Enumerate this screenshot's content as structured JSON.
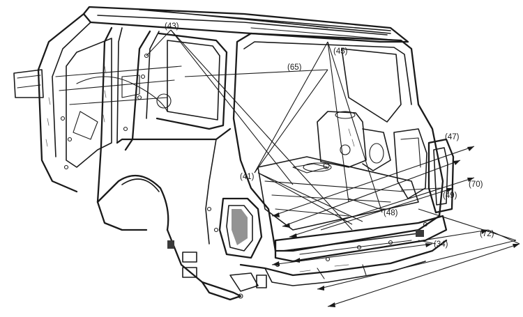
{
  "callouts": [
    {
      "id": "43",
      "label": "(43)"
    },
    {
      "id": "45",
      "label": "(45)"
    },
    {
      "id": "65",
      "label": "(65)"
    },
    {
      "id": "41",
      "label": "(41)"
    },
    {
      "id": "47",
      "label": "(47)"
    },
    {
      "id": "70",
      "label": "(70)"
    },
    {
      "id": "49",
      "label": "(49)"
    },
    {
      "id": "48",
      "label": "(48)"
    },
    {
      "id": "72",
      "label": "(72)"
    },
    {
      "id": "34",
      "label": "(34)"
    }
  ]
}
